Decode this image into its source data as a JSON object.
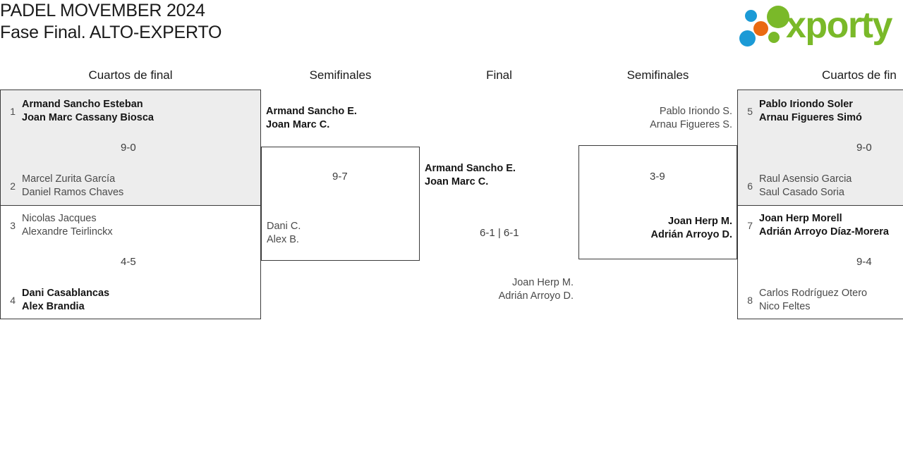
{
  "header": {
    "title_line1": "PADEL MOVEMBER 2024",
    "title_line2": "Fase Final. ALTO-EXPERTO",
    "brand": "xporty",
    "brand_colors": {
      "green": "#7ab929",
      "blue": "#1b9ad6",
      "orange": "#ea6a10"
    }
  },
  "rounds": {
    "qf_left": "Cuartos de final",
    "sf_left": "Semifinales",
    "final": "Final",
    "sf_right": "Semifinales",
    "qf_right": "Cuartos de fin"
  },
  "bracket": {
    "quarterfinals_left": [
      {
        "score": "9-0",
        "top": {
          "seed": "1",
          "player1": "Armand Sancho Esteban",
          "player2": "Joan Marc Cassany Biosca",
          "winner": true
        },
        "bottom": {
          "seed": "2",
          "player1": "Marcel Zurita García",
          "player2": "Daniel Ramos Chaves",
          "winner": false
        }
      },
      {
        "score": "4-5",
        "top": {
          "seed": "3",
          "player1": "Nicolas Jacques",
          "player2": "Alexandre Teirlinckx",
          "winner": false
        },
        "bottom": {
          "seed": "4",
          "player1": "Dani Casablancas",
          "player2": "Alex Brandia",
          "winner": true
        }
      }
    ],
    "semifinal_left": {
      "score": "9-7",
      "top": {
        "player1": "Armand Sancho E.",
        "player2": "Joan Marc C.",
        "winner": true
      },
      "bottom": {
        "player1": "Dani C.",
        "player2": "Alex B.",
        "winner": false
      }
    },
    "final": {
      "score": "6-1 | 6-1",
      "top": {
        "player1": "Armand Sancho E.",
        "player2": "Joan Marc C.",
        "winner": true
      },
      "bottom": {
        "player1": "Joan Herp M.",
        "player2": "Adrián Arroyo D.",
        "winner": false
      }
    },
    "semifinal_right": {
      "score": "3-9",
      "top": {
        "player1": "Pablo Iriondo S.",
        "player2": "Arnau Figueres S.",
        "winner": false
      },
      "bottom": {
        "player1": "Joan Herp M.",
        "player2": "Adrián Arroyo D.",
        "winner": true
      }
    },
    "quarterfinals_right": [
      {
        "score": "9-0",
        "top": {
          "seed": "5",
          "player1": "Pablo Iriondo Soler",
          "player2": "Arnau Figueres Simó",
          "winner": true
        },
        "bottom": {
          "seed": "6",
          "player1": "Raul Asensio Garcia",
          "player2": "Saul Casado Soria",
          "winner": false
        }
      },
      {
        "score": "9-4",
        "top": {
          "seed": "7",
          "player1": "Joan Herp Morell",
          "player2": "Adrián Arroyo Díaz-Morera",
          "winner": true
        },
        "bottom": {
          "seed": "8",
          "player1": "Carlos Rodríguez Otero",
          "player2": "Nico Feltes",
          "winner": false
        }
      }
    ]
  }
}
